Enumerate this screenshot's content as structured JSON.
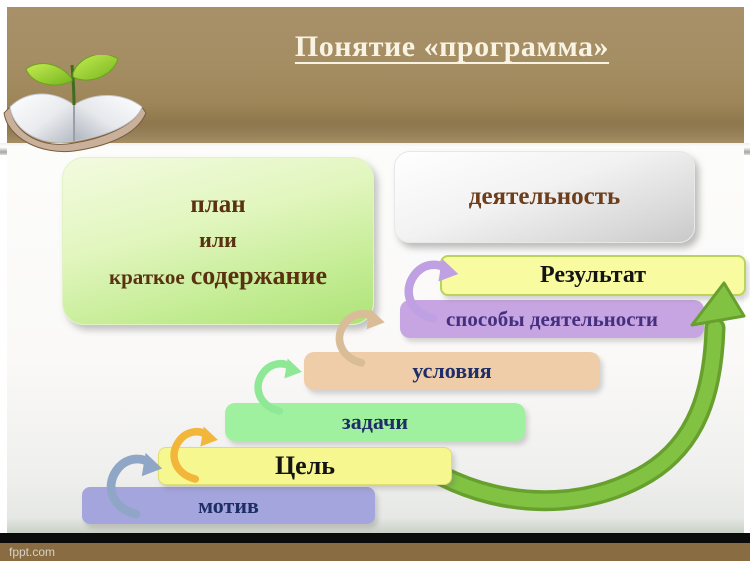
{
  "title": "Понятие «программа»",
  "header": {
    "icon": "open-book-sprout-icon"
  },
  "plan_box": {
    "line1": "план",
    "line2": "или",
    "line3_small": "краткое",
    "line3_large": "содержание"
  },
  "activity_box": {
    "label": "деятельность"
  },
  "steps": [
    {
      "label": "мотив",
      "color": "#a5a5de"
    },
    {
      "label": "Цель",
      "color": "#f7f78f"
    },
    {
      "label": "задачи",
      "color": "#9ff19f"
    },
    {
      "label": "условия",
      "color": "#f0cda9"
    },
    {
      "label": "способы деятельности",
      "color": "#c7a5e2"
    },
    {
      "label": "Результат",
      "color": "#f9fba1"
    }
  ],
  "connectors": {
    "big_arrow": {
      "from": "Цель",
      "to": "Результат",
      "color": "#7cb83d"
    },
    "small_arrows": [
      {
        "from": "мотив",
        "to": "Цель",
        "color": "#8fa6c6"
      },
      {
        "from": "Цель",
        "to": "задачи",
        "color": "#f2b63b"
      },
      {
        "from": "задачи",
        "to": "условия",
        "color": "#8fe896"
      },
      {
        "from": "условия",
        "to": "способы деятельности",
        "color": "#d9bc98"
      },
      {
        "from": "способы деятельности",
        "to": "Результат",
        "color": "#bfa0e2"
      }
    ]
  },
  "footer": {
    "watermark": "fppt.com"
  },
  "palette": {
    "header_brown": "#a08959",
    "footer_brown": "#8a6c42",
    "footer_black": "#0b0b0b",
    "title_text": "#f8f3e2",
    "plan_box_green": "#c3ec93",
    "plan_text_brown": "#5a3111",
    "activity_gray": "#d9d9d9",
    "navy_text": "#1f2e66",
    "purple_text": "#44307e",
    "big_arrow_green": "#7cb83d"
  }
}
